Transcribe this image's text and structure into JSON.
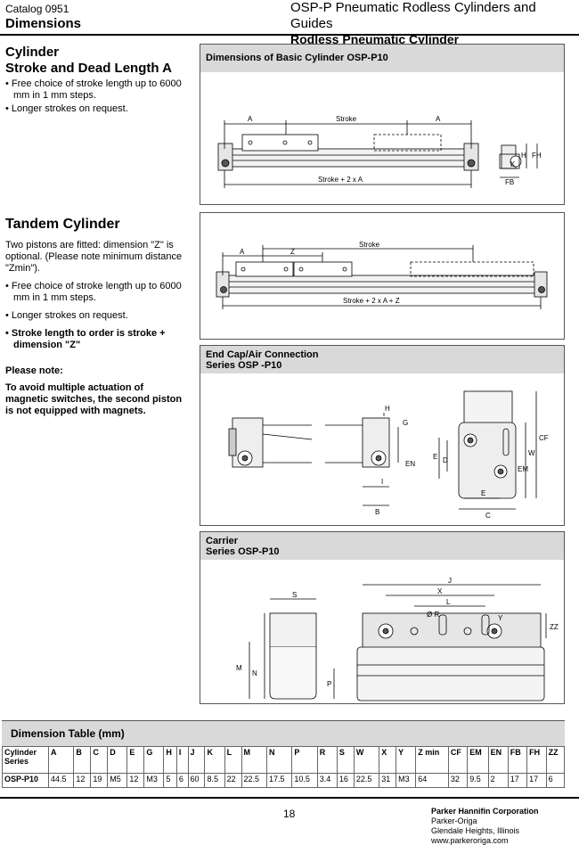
{
  "header": {
    "catalog": "Catalog 0951",
    "section": "Dimensions",
    "title_line1": "OSP-P Pneumatic Rodless Cylinders and Guides",
    "title_line2": "Rodless Pneumatic Cylinder"
  },
  "cylinder": {
    "heading_line1": "Cylinder",
    "heading_line2": "Stroke and Dead Length A",
    "bullets": [
      "Free choice of stroke length up to 6000 mm in 1 mm steps.",
      "Longer strokes on request."
    ]
  },
  "tandem": {
    "heading": "Tandem Cylinder",
    "intro": "Two pistons are fitted: dimension \"Z\" is optional. (Please note minimum distance \"Zmin\").",
    "bullets": [
      "Free choice of stroke length up to 6000 mm in 1 mm steps.",
      "Longer strokes on request."
    ],
    "bold_bullet": "Stroke length to order is stroke + dimension \"Z\"",
    "note_heading": "Please note:",
    "note_text": "To avoid multiple actuation of magnetic switches, the second piston is not equipped with magnets."
  },
  "panels": {
    "basic": {
      "title": "Dimensions of Basic Cylinder OSP-P10",
      "labels": {
        "a": "A",
        "stroke": "Stroke",
        "total": "Stroke + 2 x A",
        "h": "H",
        "fh": "FH",
        "k": "K",
        "fb": "FB"
      }
    },
    "tandem": {
      "labels": {
        "stroke": "Stroke",
        "a": "A",
        "z": "Z",
        "total": "Stroke + 2 x A + Z"
      }
    },
    "endcap": {
      "title_line1": "End Cap/Air Connection",
      "title_line2": "Series OSP -P10",
      "labels": {
        "h": "H",
        "g": "G",
        "en": "EN",
        "i": "I",
        "b": "B",
        "e": "E",
        "d": "D",
        "em": "EM",
        "w": "W",
        "cf": "CF",
        "c": "C"
      }
    },
    "carrier": {
      "title_line1": "Carrier",
      "title_line2": "Series OSP-P10",
      "labels": {
        "s": "S",
        "m": "M",
        "n": "N",
        "p": "P",
        "j": "J",
        "x": "X",
        "l": "L",
        "r": "Ø R",
        "y": "Y",
        "zz": "ZZ"
      }
    }
  },
  "dim_table": {
    "title": "Dimension Table (mm)",
    "first_col_header": "Cylinder Series",
    "columns": [
      "A",
      "B",
      "C",
      "D",
      "E",
      "G",
      "H",
      "I",
      "J",
      "K",
      "L",
      "M",
      "N",
      "P",
      "R",
      "S",
      "W",
      "X",
      "Y",
      "Z min",
      "CF",
      "EM",
      "EN",
      "FB",
      "FH",
      "ZZ"
    ],
    "rows": [
      {
        "series": "OSP-P10",
        "values": [
          "44.5",
          "12",
          "19",
          "M5",
          "12",
          "M3",
          "5",
          "6",
          "60",
          "8.5",
          "22",
          "22.5",
          "17.5",
          "10.5",
          "3.4",
          "16",
          "22.5",
          "31",
          "M3",
          "64",
          "32",
          "9.5",
          "2",
          "17",
          "17",
          "6"
        ]
      }
    ]
  },
  "footer": {
    "page": "18",
    "company_name": "Parker Hannifin Corporation",
    "division": "Parker-Origa",
    "city": "Glendale Heights, Illinois",
    "website": "www.parkeroriga.com"
  }
}
